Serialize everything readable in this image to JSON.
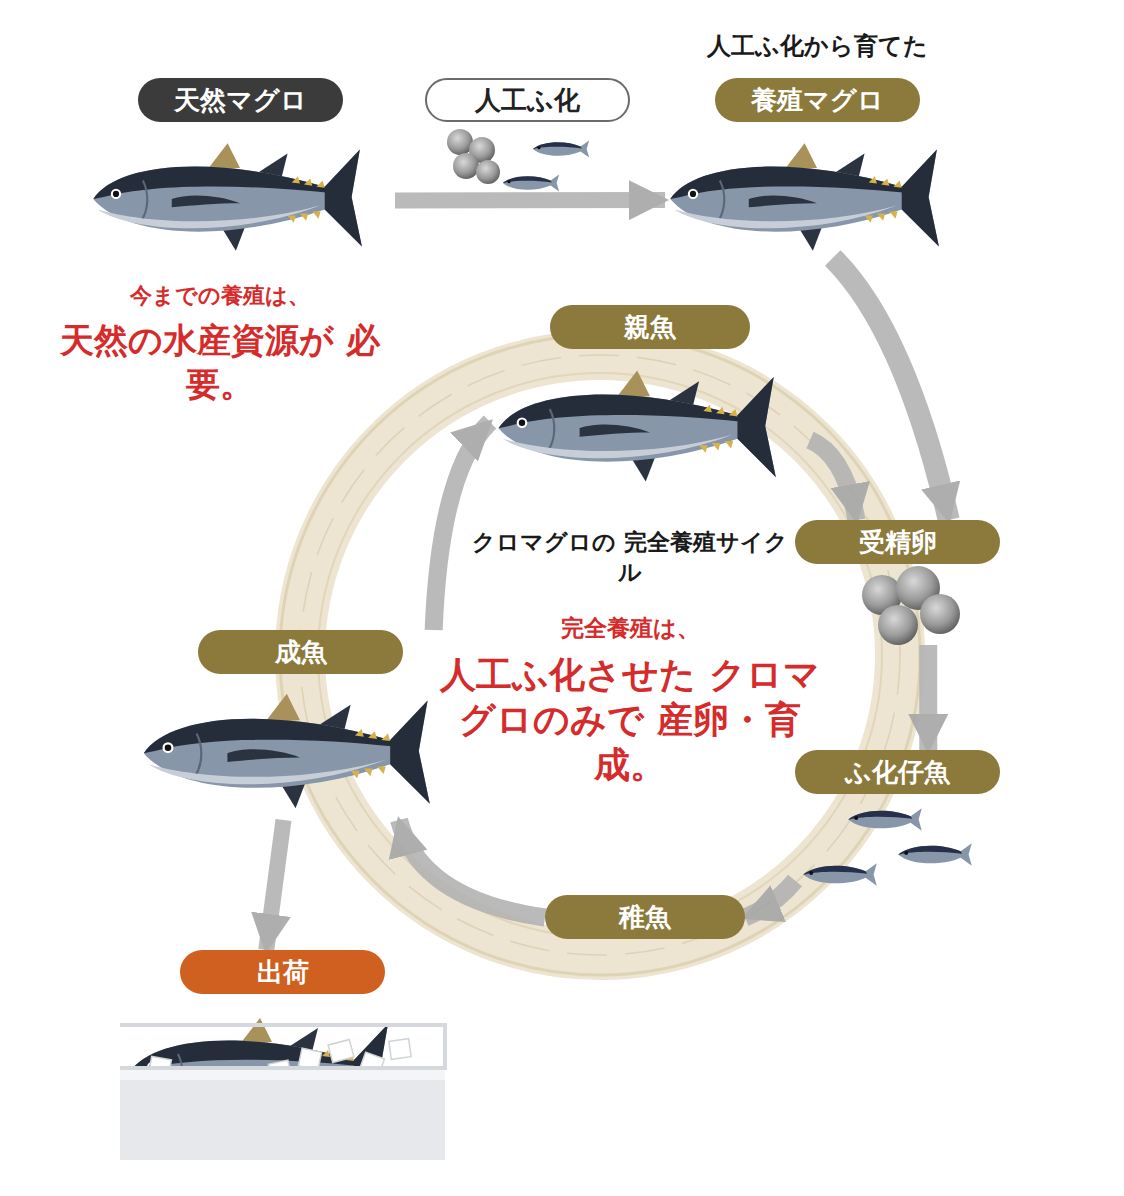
{
  "diagram": {
    "nodes": [
      {
        "text": [
          "天然マグロ"
        ]
      },
      {
        "text": [
          "人工ふ化"
        ]
      },
      {
        "text": [
          "人工ふ化から育てた",
          "養殖マグロ"
        ]
      },
      {
        "text": [
          "親魚"
        ]
      },
      {
        "text": [
          "受精卵"
        ]
      },
      {
        "text": [
          "ふ化仔魚"
        ]
      },
      {
        "text": [
          "稚魚"
        ]
      },
      {
        "text": [
          "成魚"
        ]
      },
      {
        "text": [
          "出荷"
        ]
      }
    ],
    "edges": [
      {
        "from": 0,
        "to": 2,
        "arrow": "to"
      },
      {
        "from": 2,
        "to": 4,
        "arrow": "to"
      },
      {
        "from": 3,
        "to": 4,
        "arrow": "to"
      },
      {
        "from": 4,
        "to": 5,
        "arrow": "to"
      },
      {
        "from": 5,
        "to": 6,
        "arrow": "to"
      },
      {
        "from": 6,
        "to": 7,
        "arrow": "to"
      },
      {
        "from": 7,
        "to": 3,
        "arrow": "to"
      },
      {
        "from": 7,
        "to": 8,
        "arrow": "to"
      }
    ],
    "labels": [
      "今までの養殖は、",
      "天然の水産資源が 必要。",
      "クロマグロの 完全養殖サイクル",
      "完全養殖は、",
      "人工ふ化させた クロマグロのみで 産卵・育成。"
    ]
  }
}
